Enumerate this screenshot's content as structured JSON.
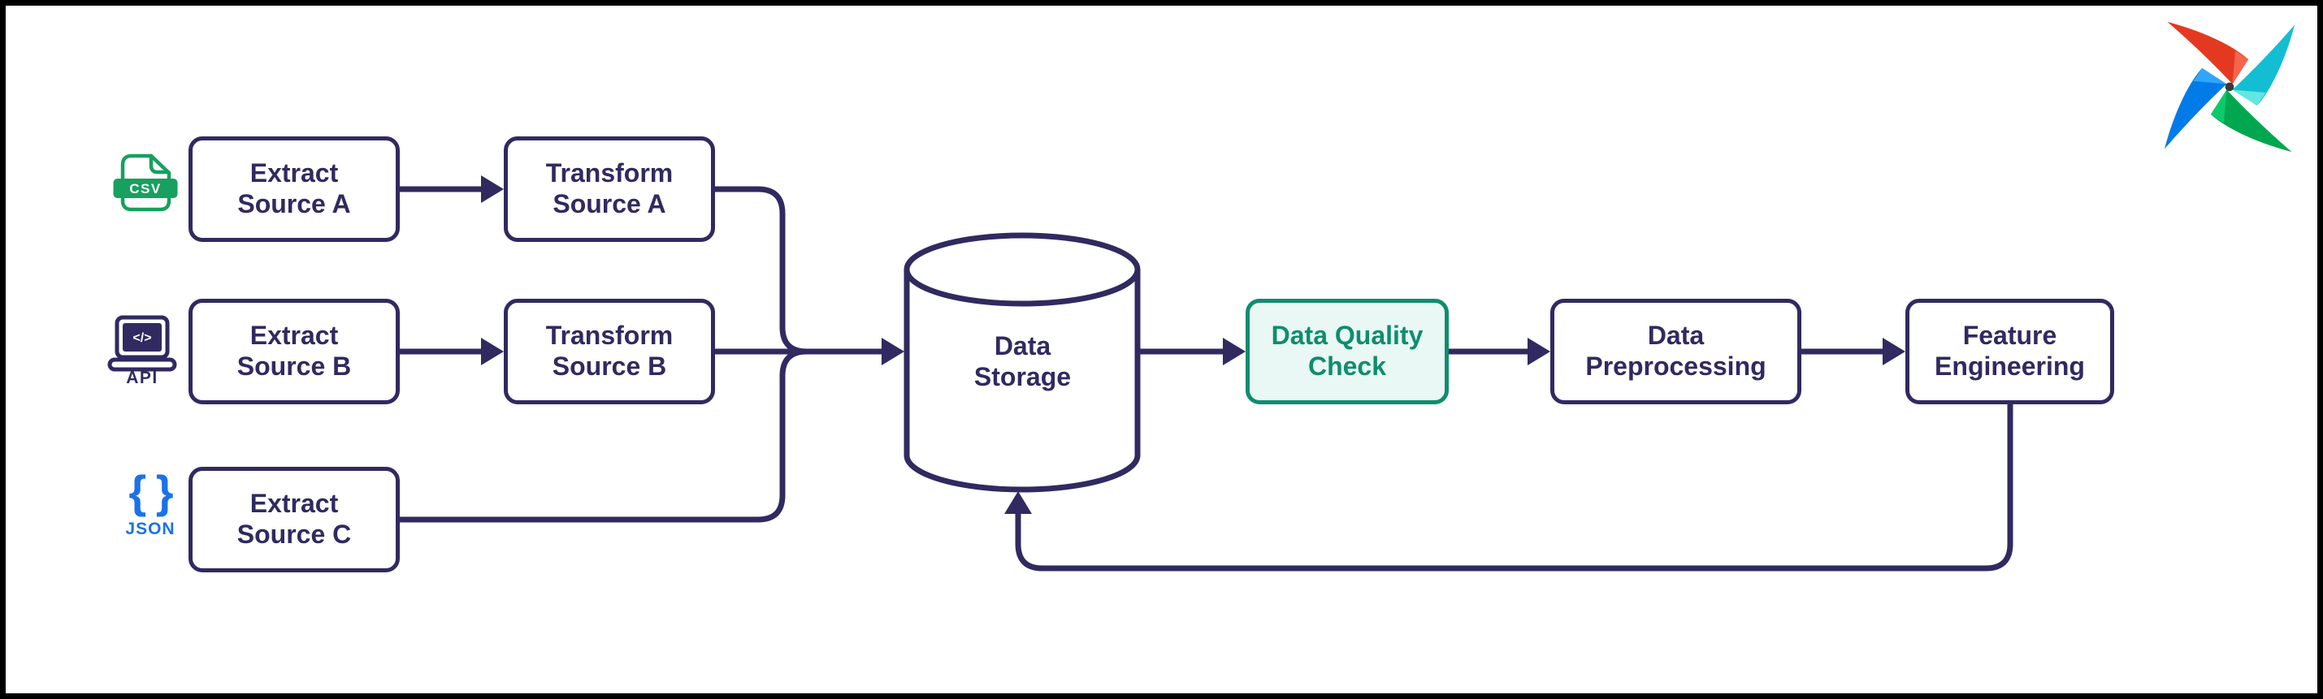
{
  "diagram": {
    "nodes": {
      "extract_a": {
        "line1": "Extract",
        "line2": "Source A"
      },
      "transform_a": {
        "line1": "Transform",
        "line2": "Source A"
      },
      "extract_b": {
        "line1": "Extract",
        "line2": "Source B"
      },
      "transform_b": {
        "line1": "Transform",
        "line2": "Source B"
      },
      "extract_c": {
        "line1": "Extract",
        "line2": "Source C"
      },
      "data_storage": {
        "line1": "Data",
        "line2": "Storage"
      },
      "data_quality_check": {
        "line1": "Data Quality",
        "line2": "Check"
      },
      "data_preprocessing": {
        "line1": "Data",
        "line2": "Preprocessing"
      },
      "feature_engineering": {
        "line1": "Feature",
        "line2": "Engineering"
      }
    },
    "icons": {
      "csv": {
        "name": "csv-file-icon",
        "label": "CSV"
      },
      "api": {
        "name": "api-laptop-icon",
        "label": "API",
        "glyph": "</>"
      },
      "json": {
        "name": "json-braces-icon",
        "label": "JSON",
        "glyph": "{ }"
      },
      "logo": {
        "name": "airflow-pinwheel-logo"
      }
    },
    "colors": {
      "navy": "#302a60",
      "green": "#0e8d6e",
      "green_bg": "#e9f8f4",
      "csv_green": "#17a05f",
      "json_blue": "#1b72e8",
      "frame_black": "#000000",
      "airflow_red": "#e43921",
      "airflow_red_light": "#f4654c",
      "airflow_teal": "#13bed3",
      "airflow_teal_light": "#62e6e2",
      "airflow_green": "#00a74e",
      "airflow_green_light": "#0dc96b",
      "airflow_blue": "#017be8",
      "airflow_blue_light": "#2fa6f8"
    }
  }
}
